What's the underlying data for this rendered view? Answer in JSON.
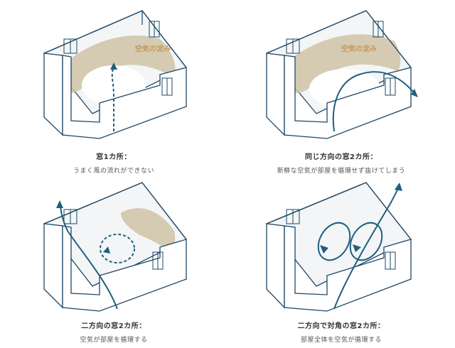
{
  "panels": [
    {
      "title": "窓1カ所：",
      "desc": "うまく風の流れができない",
      "stagnant_label": "空気の淀み"
    },
    {
      "title": "同じ方向の窓2カ所：",
      "desc": "新鮮な空気が部屋を循環せず抜けてしまう",
      "stagnant_label": "空気の淀み"
    },
    {
      "title": "二方向の窓2カ所：",
      "desc": "空気が部屋を循環する"
    },
    {
      "title": "二方向で対角の窓2カ所：",
      "desc": "部屋全体を空気が循環する"
    }
  ],
  "colors": {
    "line": "#1e4766",
    "arrow": "#1d5f7e",
    "stagnant": "#cfc2a6",
    "wall_fill": "#ffffff",
    "floor": "#f3f5f7"
  }
}
